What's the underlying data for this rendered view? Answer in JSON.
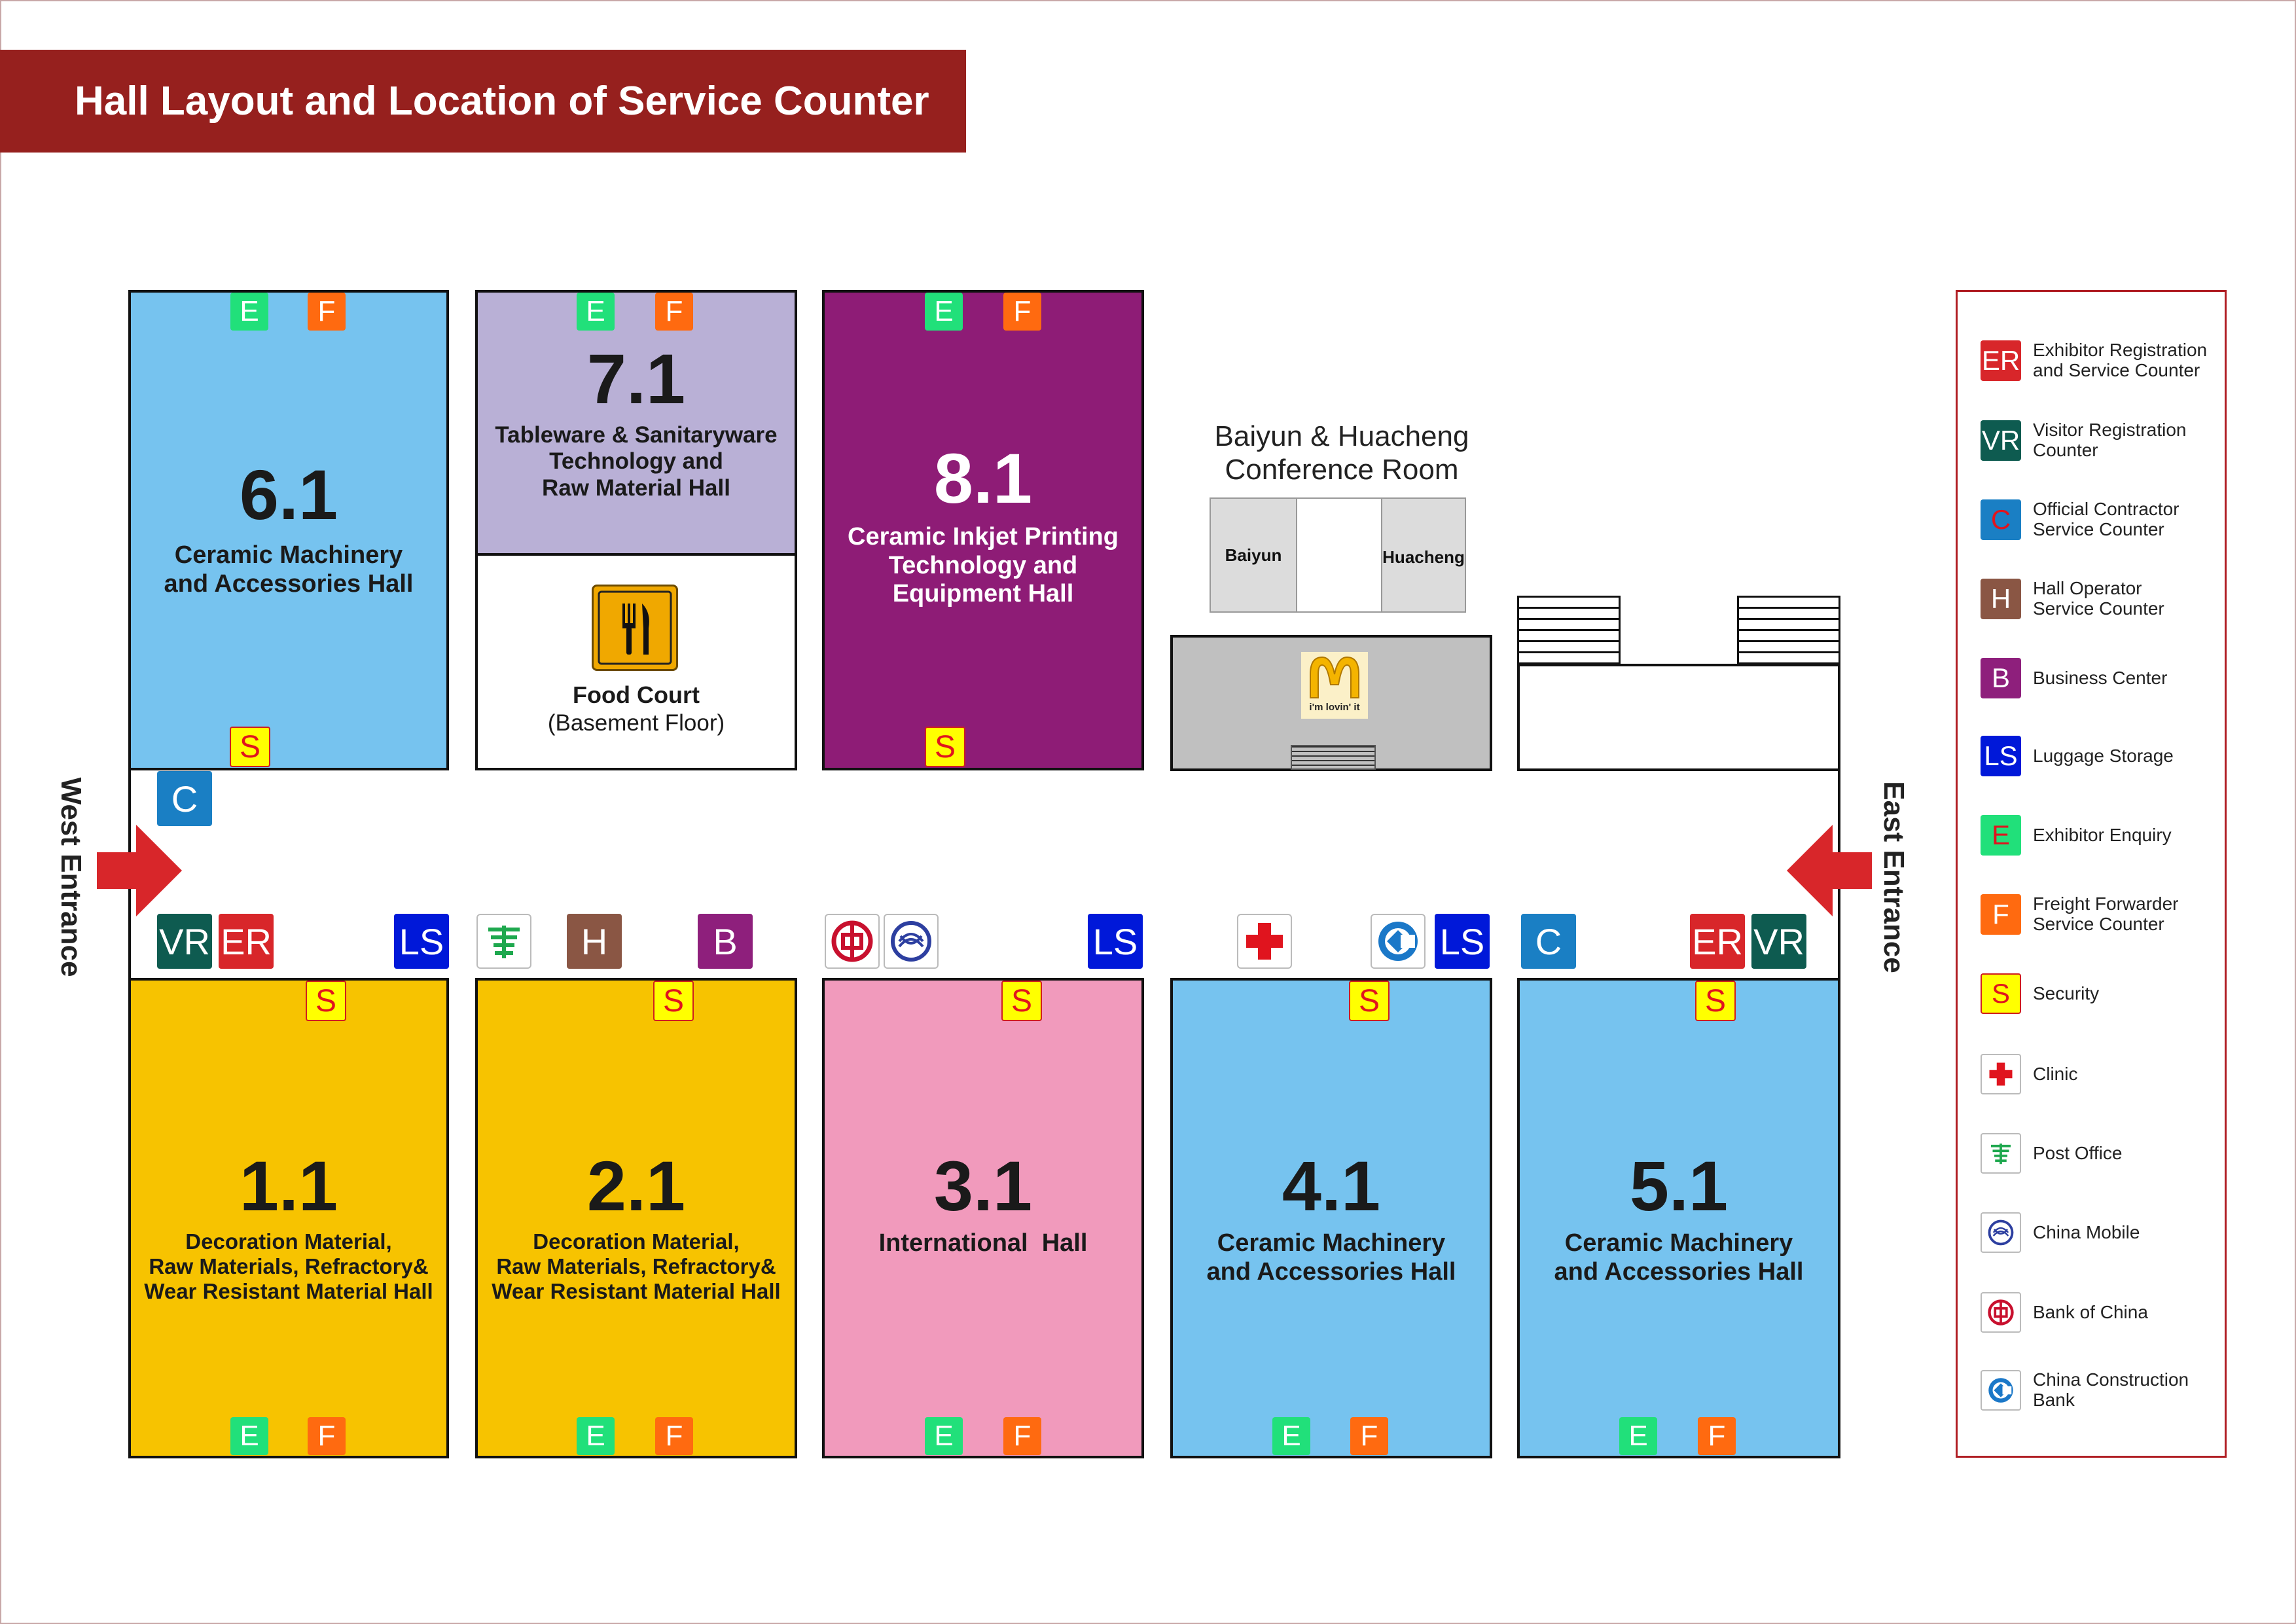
{
  "title": "Hall Layout and Location of Service Counter",
  "entrances": {
    "west": "West Entrance",
    "east": "East Entrance"
  },
  "halls": {
    "h61": {
      "num": "6.1",
      "label": "Ceramic Machinery\nand Accessories Hall"
    },
    "h71": {
      "num": "7.1",
      "label": "Tableware & Sanitaryware\nTechnology and\nRaw Material Hall"
    },
    "h81": {
      "num": "8.1",
      "label": "Ceramic Inkjet Printing\nTechnology and\nEquipment Hall"
    },
    "h11": {
      "num": "1.1",
      "label": "Decoration Material,\nRaw Materials, Refractory&\nWear Resistant Material Hall"
    },
    "h21": {
      "num": "2.1",
      "label": "Decoration Material,\nRaw Materials, Refractory&\nWear Resistant Material Hall"
    },
    "h31": {
      "num": "3.1",
      "label": "International  Hall"
    },
    "h41": {
      "num": "4.1",
      "label": "Ceramic Machinery\nand Accessories Hall"
    },
    "h51": {
      "num": "5.1",
      "label": "Ceramic Machinery\nand Accessories Hall"
    }
  },
  "food_court": {
    "title": "Food Court",
    "subtitle": "(Basement Floor)"
  },
  "conference": {
    "title": "Baiyun & Huacheng\nConference Room",
    "left_room": "Baiyun",
    "right_room": "Huacheng"
  },
  "mcdonalds_slogan": "i'm lovin' it",
  "codes": {
    "ER": "ER",
    "VR": "VR",
    "C": "C",
    "H": "H",
    "B": "B",
    "LS": "LS",
    "E": "E",
    "F": "F",
    "S": "S"
  },
  "colors": {
    "title_bar": "#96201e",
    "hall_blue": "#76c3ef",
    "hall_lavender": "#b9b0d6",
    "hall_purple": "#8e1c76",
    "hall_yellow": "#f7c300",
    "hall_pink": "#f19abc",
    "er": "#d8262a",
    "vr": "#0e5b50",
    "c": "#1a7fc4",
    "h": "#8a5644",
    "b": "#8e1f7c",
    "ls": "#0018d9",
    "e": "#21e07a",
    "f": "#ff6a10",
    "s": "#ffff00",
    "arrow": "#d8262a"
  },
  "legend": [
    {
      "code": "ER",
      "icon": "er-icon",
      "text": "Exhibitor Registration\nand Service Counter"
    },
    {
      "code": "VR",
      "icon": "vr-icon",
      "text": "Visitor Registration\nCounter"
    },
    {
      "code": "C",
      "icon": "c-icon",
      "text": "Official Contractor\nService Counter"
    },
    {
      "code": "H",
      "icon": "h-icon",
      "text": "Hall Operator\nService Counter"
    },
    {
      "code": "B",
      "icon": "b-icon",
      "text": "Business Center"
    },
    {
      "code": "LS",
      "icon": "ls-icon",
      "text": "Luggage Storage"
    },
    {
      "code": "E",
      "icon": "e-icon",
      "text": "Exhibitor Enquiry"
    },
    {
      "code": "F",
      "icon": "f-icon",
      "text": "Freight Forwarder\nService Counter"
    },
    {
      "code": "S",
      "icon": "s-icon",
      "text": "Security"
    },
    {
      "code": "",
      "icon": "clinic-cross-icon",
      "text": "Clinic"
    },
    {
      "code": "",
      "icon": "post-office-icon",
      "text": "Post Office"
    },
    {
      "code": "",
      "icon": "china-mobile-icon",
      "text": "China Mobile"
    },
    {
      "code": "",
      "icon": "bank-of-china-icon",
      "text": "Bank of China"
    },
    {
      "code": "",
      "icon": "china-construction-bank-icon",
      "text": "China Construction\nBank"
    }
  ]
}
